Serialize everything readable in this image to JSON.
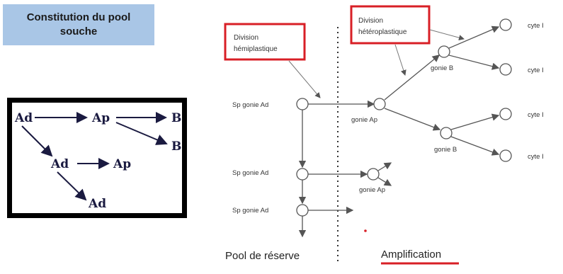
{
  "title": {
    "line1": "Constitution du pool",
    "line2": "souche"
  },
  "left_diagram": {
    "nodes": [
      "Ad",
      "Ap",
      "B",
      "B",
      "Ad",
      "Ap",
      "Ad"
    ]
  },
  "right_diagram": {
    "box1": {
      "line1": "Division",
      "line2": "hémiplastique"
    },
    "box2": {
      "line1": "Division",
      "line2": "hétéroplastique"
    },
    "sp_gonie_ad": [
      "Sp gonie Ad",
      "Sp gonie Ad",
      "Sp gonie Ad"
    ],
    "gonie_ap": [
      "gonie Ap",
      "gonie Ap"
    ],
    "gonie_b": [
      "gonie B",
      "gonie B"
    ],
    "cyte": [
      "cyte I",
      "cyte I",
      "cyte I",
      "cyte I"
    ],
    "pool_label": "Pool de réserve",
    "amplification_label": "Amplification"
  },
  "colors": {
    "accent_red": "#d81f26",
    "title_bg": "#a9c6e6",
    "line": "#555555"
  }
}
